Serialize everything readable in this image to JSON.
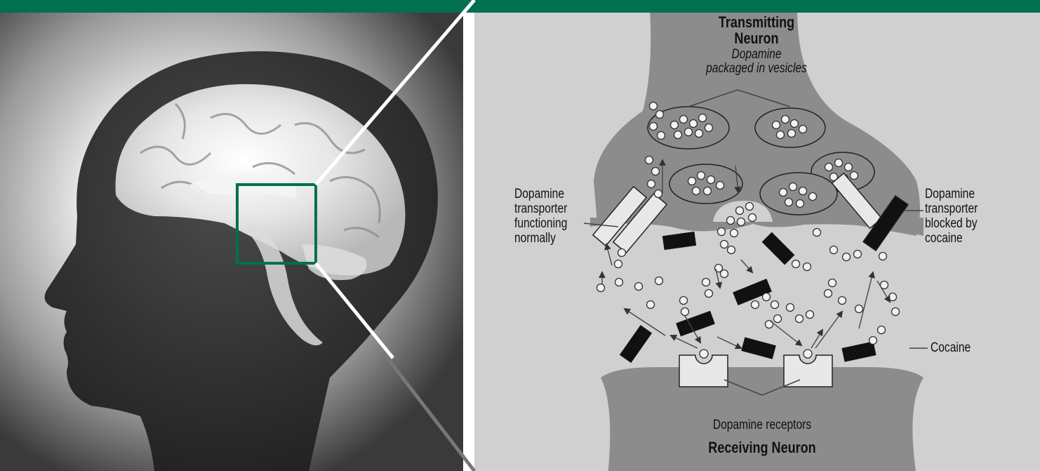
{
  "colors": {
    "accent_green": "#00704f",
    "neuron_gray": "#8c8c8c",
    "cleft_gray": "#d0d0d0",
    "cocaine_black": "#111111"
  },
  "labels": {
    "transmitting_neuron_line1": "Transmitting",
    "transmitting_neuron_line2": "Neuron",
    "vesicles_line1": "Dopamine",
    "vesicles_line2": "packaged in vesicles",
    "transporter_normal_line1": "Dopamine",
    "transporter_normal_line2": "transporter",
    "transporter_normal_line3": "functioning",
    "transporter_normal_line4": "normally",
    "transporter_blocked_line1": "Dopamine",
    "transporter_blocked_line2": "transporter",
    "transporter_blocked_line3": "blocked by",
    "transporter_blocked_line4": "cocaine",
    "cocaine": "Cocaine",
    "receptors": "Dopamine receptors",
    "receiving_neuron": "Receiving Neuron"
  },
  "icons": {
    "head_silhouette": "head-profile-brain-photo-icon",
    "zoom_box": "zoom-square-icon"
  }
}
